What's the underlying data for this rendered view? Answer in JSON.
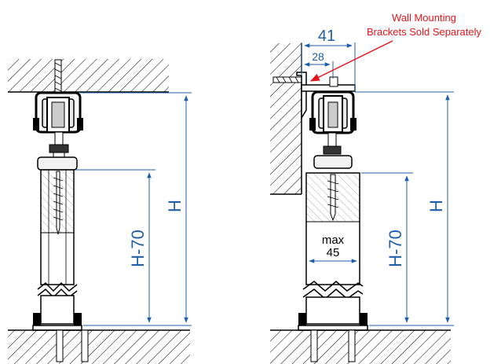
{
  "annotation": {
    "line1": "Wall Mounting",
    "line2": "Brackets Sold Separately"
  },
  "dimensions": {
    "width_41": "41",
    "width_28": "28",
    "height_h_left": "H",
    "height_h70_left": "H-70",
    "height_h_right": "H",
    "height_h70_right": "H-70",
    "door_max_label": "max",
    "door_max_value": "45"
  },
  "colors": {
    "dimension": "#1f5fa8",
    "annotation": "#e8141b",
    "outline": "#000000"
  }
}
